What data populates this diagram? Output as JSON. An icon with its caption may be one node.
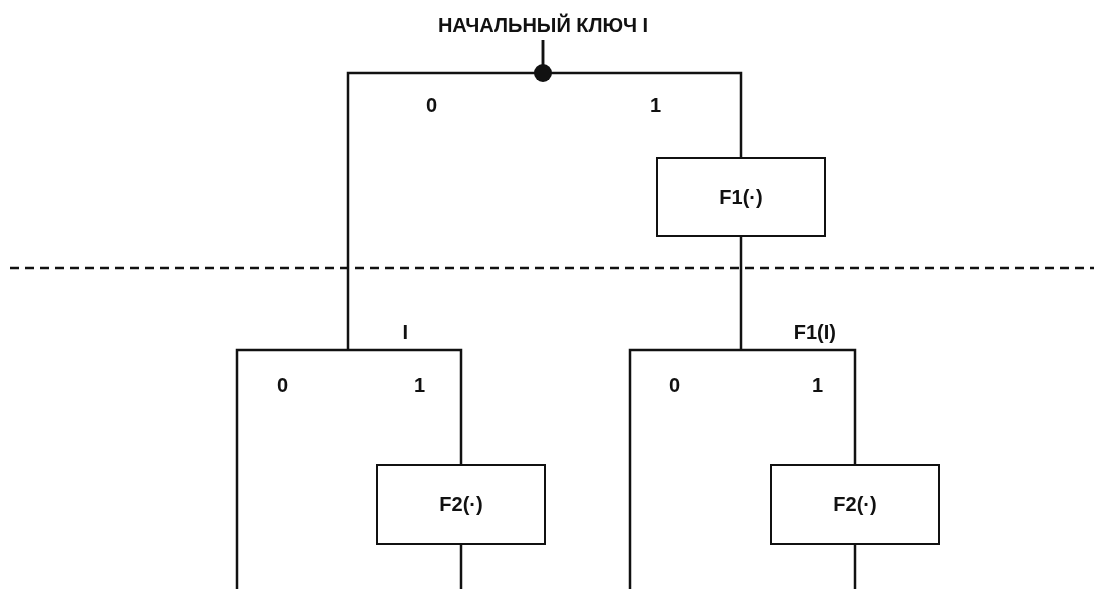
{
  "diagram": {
    "nodes": [
      {
        "text": [
          "НАЧАЛЬНЫЙ КЛЮЧ I"
        ]
      },
      {
        "text": [
          "F1(·)"
        ]
      },
      {
        "text": [
          "I"
        ]
      },
      {
        "text": [
          "F1(I)"
        ]
      },
      {
        "text": [
          "F2(·)"
        ]
      },
      {
        "text": [
          "F2(·)"
        ]
      }
    ],
    "edges": [
      {
        "from": 0,
        "to": 1,
        "arrow": "none",
        "label": "1"
      },
      {
        "from": 0,
        "to": 2,
        "arrow": "none",
        "label": "0"
      },
      {
        "from": 1,
        "to": 3,
        "arrow": "none"
      },
      {
        "from": 2,
        "to": null,
        "arrow": "none",
        "label": "0"
      },
      {
        "from": 2,
        "to": 4,
        "arrow": "none",
        "label": "1"
      },
      {
        "from": 4,
        "to": null,
        "arrow": "none"
      },
      {
        "from": 3,
        "to": null,
        "arrow": "none",
        "label": "0"
      },
      {
        "from": 3,
        "to": 5,
        "arrow": "none",
        "label": "1"
      },
      {
        "from": 5,
        "to": null,
        "arrow": "none"
      }
    ]
  }
}
